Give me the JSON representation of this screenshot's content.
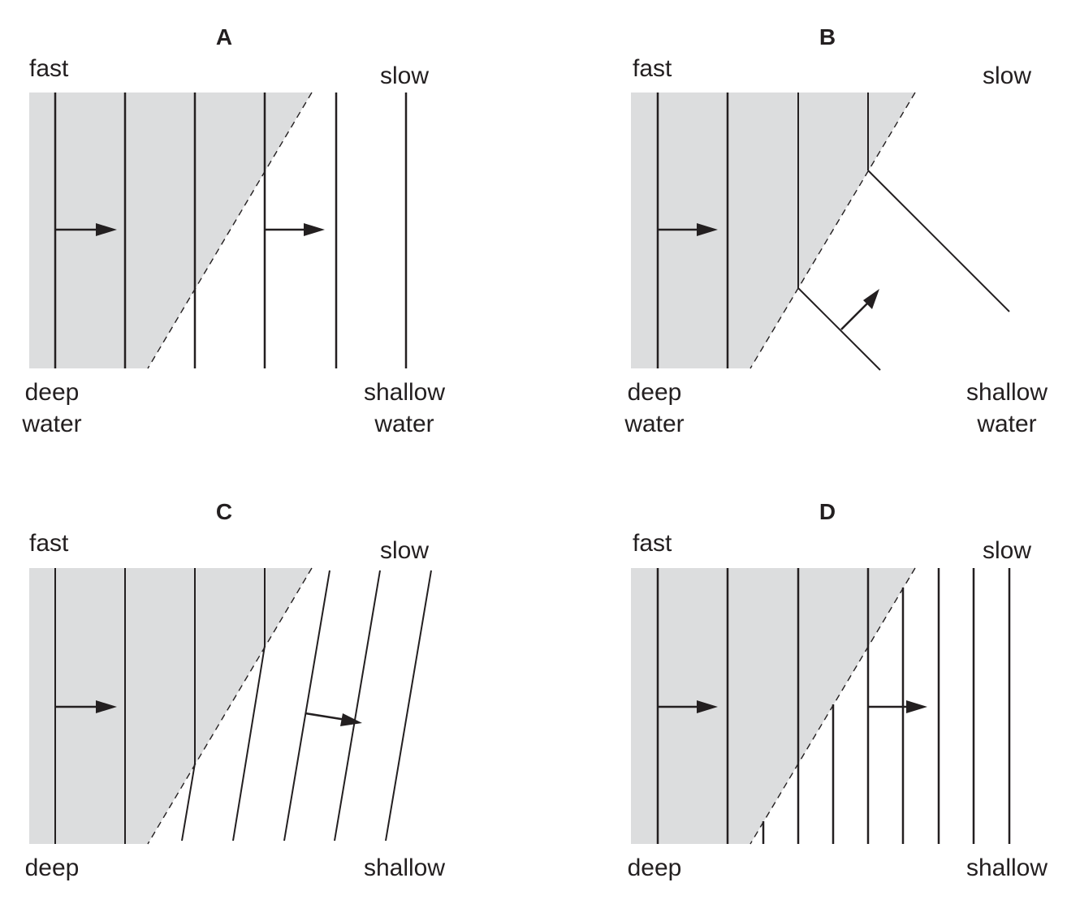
{
  "colors": {
    "deep_water_shading": "#dcddde",
    "ink": "#231f20",
    "background": "#ffffff"
  },
  "panels": [
    {
      "id": "A",
      "title": "A",
      "fast_label": "fast",
      "slow_label": "slow",
      "deep_label_line1": "deep",
      "deep_label_line2": "water",
      "shallow_label_line1": "shallow",
      "shallow_label_line2": "water",
      "wavefronts_description": "straight vertical wavefronts, spacing unchanged on entering shallow water"
    },
    {
      "id": "B",
      "title": "B",
      "fast_label": "fast",
      "slow_label": "slow",
      "deep_label_line1": "deep",
      "deep_label_line2": "water",
      "shallow_label_line1": "shallow",
      "shallow_label_line2": "water",
      "wavefronts_description": "wavefronts bend towards boundary in shallow water"
    },
    {
      "id": "C",
      "title": "C",
      "fast_label": "fast",
      "slow_label": "slow",
      "deep_label_line1": "deep",
      "deep_label_line2": "",
      "shallow_label_line1": "shallow",
      "shallow_label_line2": "",
      "wavefronts_description": "wavefronts tilt away from boundary in shallow water"
    },
    {
      "id": "D",
      "title": "D",
      "fast_label": "fast",
      "slow_label": "slow",
      "deep_label_line1": "deep",
      "deep_label_line2": "",
      "shallow_label_line1": "shallow",
      "shallow_label_line2": "",
      "wavefronts_description": "vertical wavefronts closer together in shallow water"
    }
  ]
}
